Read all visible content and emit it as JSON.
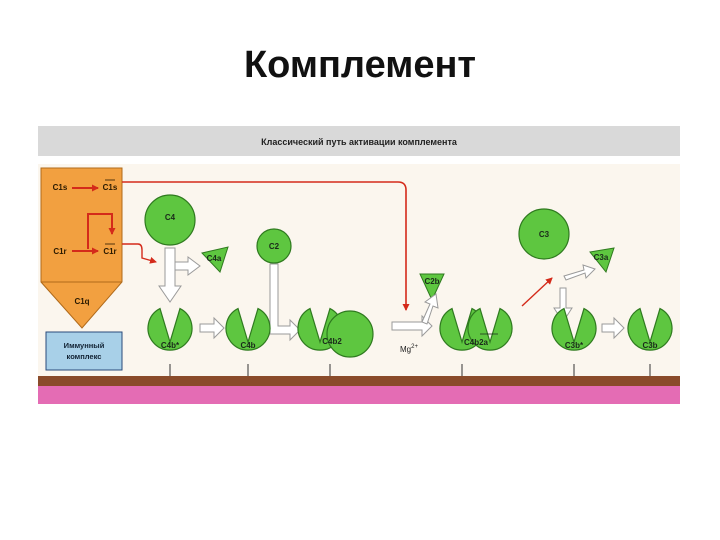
{
  "title": "Комплемент",
  "figure": {
    "caption": "Классический путь активации комплемента",
    "c1": {
      "c1s": "C1s",
      "c1s_active": "C1s",
      "c1r": "C1r",
      "c1r_active": "C1r",
      "c1q": "C1q"
    },
    "immune_complex_line1": "Иммунный",
    "immune_complex_line2": "комплекс",
    "components": {
      "c4": "C4",
      "c4a": "C4a",
      "c2": "C2",
      "c2b": "C2b",
      "c3": "C3",
      "c3a": "C3a",
      "c4b_star": "C4b*",
      "c4b": "C4b",
      "c4b2": "C4b2",
      "c4b2a": "C4b2a",
      "c3b_star": "C3b*",
      "c3b": "C3b"
    },
    "mg": "Mg",
    "mg_sup": "2+",
    "colors": {
      "green": "#5ec640",
      "green_dark": "#2f7a1f",
      "orange": "#f2a040",
      "red": "#d42a1a",
      "membrane": "#8a4b2a",
      "pink": "#e46cb4",
      "immune": "#a8d0e8"
    }
  }
}
